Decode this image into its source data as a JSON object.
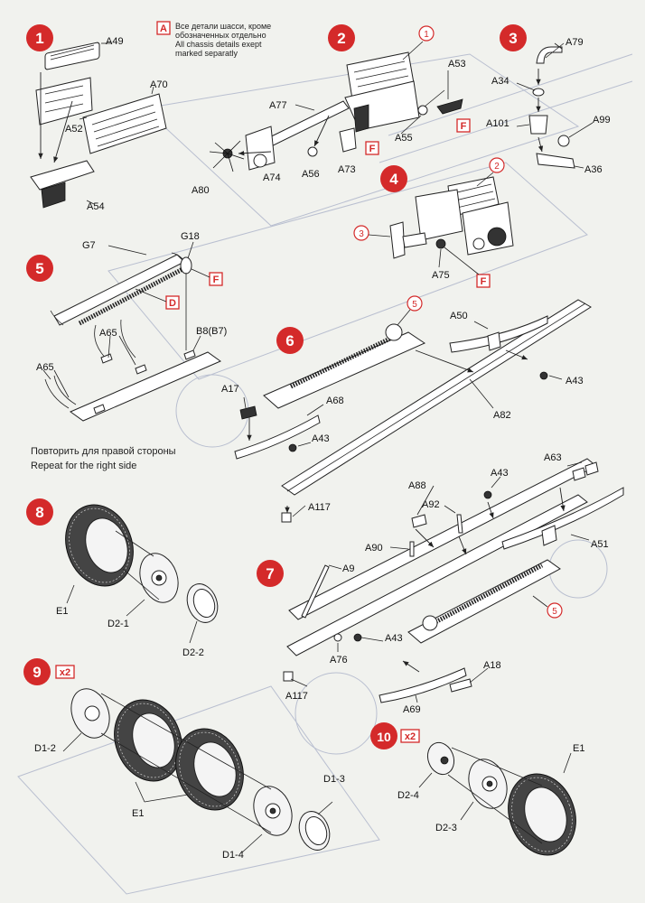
{
  "steps": [
    "1",
    "2",
    "3",
    "4",
    "5",
    "6",
    "7",
    "8",
    "9",
    "10"
  ],
  "multipliers": {
    "step9": "x2",
    "step10": "x2"
  },
  "legend": {
    "box_letter": "A",
    "russian_line1": "Все детали шасси, кроме",
    "russian_line2": "обозначенных отдельно",
    "english_line1": "All chassis details exept",
    "english_line2": "marked separatly"
  },
  "repeat_note": {
    "russian": "Повторить для правой стороны",
    "english": "Repeat for the right side"
  },
  "part_labels": {
    "s1": [
      "A49",
      "A52",
      "A70",
      "A54"
    ],
    "s2": [
      "A77",
      "A53",
      "A55",
      "A80",
      "A74",
      "A56",
      "A73"
    ],
    "s3": [
      "A79",
      "A34",
      "A101",
      "A99",
      "A36"
    ],
    "s4": [
      "A75"
    ],
    "s5": [
      "G7",
      "G18",
      "A65",
      "A65",
      "B8(B7)"
    ],
    "s6": [
      "A50",
      "A43",
      "A82",
      "A17",
      "A68",
      "A43",
      "A117"
    ],
    "s7": [
      "A63",
      "A88",
      "A43",
      "A92",
      "A90",
      "A9",
      "A51",
      "A43",
      "A76",
      "A18",
      "A117",
      "A69"
    ],
    "s8": [
      "E1",
      "D2-1",
      "D2-2"
    ],
    "s9": [
      "D1-2",
      "E1",
      "D1-3",
      "D1-4"
    ],
    "s10": [
      "E1",
      "D2-4",
      "D2-3"
    ]
  },
  "circle_refs": {
    "s2": "1",
    "s4a": "2",
    "s4b": "3",
    "s6": "5",
    "s7": "5"
  },
  "box_refs": {
    "s2a": "F",
    "s2b": "F",
    "s4": "F",
    "s5a": "F",
    "s5b": "D"
  },
  "colors": {
    "accent": "#d42a2a",
    "ink": "#222222",
    "paper": "#f1f2ee",
    "ghost": "#b9bfd0"
  }
}
